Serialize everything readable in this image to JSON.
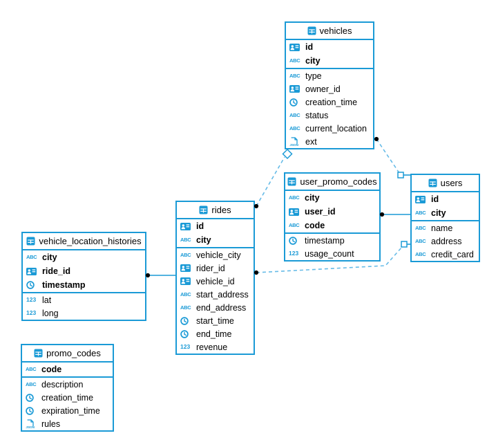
{
  "colors": {
    "primary_blue": "#1a9ad6",
    "dashed_line_blue": "#66bbe7",
    "connector_dot": "#000000",
    "text": "#000000",
    "background": "#ffffff"
  },
  "icons": {
    "abc_label": "ABC",
    "num_label": "123",
    "json_label": "JSON"
  },
  "diagram": {
    "tables": [
      {
        "name": "vehicles",
        "icon": "table",
        "fields": [
          {
            "name": "id",
            "icon": "id-card",
            "key": true
          },
          {
            "name": "city",
            "icon": "abc",
            "key": true
          },
          {
            "name": "type",
            "icon": "abc",
            "key": false
          },
          {
            "name": "owner_id",
            "icon": "id-card",
            "key": false
          },
          {
            "name": "creation_time",
            "icon": "clock",
            "key": false
          },
          {
            "name": "status",
            "icon": "abc",
            "key": false
          },
          {
            "name": "current_location",
            "icon": "abc",
            "key": false
          },
          {
            "name": "ext",
            "icon": "json",
            "key": false
          }
        ]
      },
      {
        "name": "user_promo_codes",
        "icon": "table",
        "fields": [
          {
            "name": "city",
            "icon": "abc",
            "key": true
          },
          {
            "name": "user_id",
            "icon": "id-card",
            "key": true
          },
          {
            "name": "code",
            "icon": "abc",
            "key": true
          },
          {
            "name": "timestamp",
            "icon": "clock",
            "key": false
          },
          {
            "name": "usage_count",
            "icon": "num",
            "key": false
          }
        ]
      },
      {
        "name": "users",
        "icon": "table",
        "fields": [
          {
            "name": "id",
            "icon": "id-card",
            "key": true
          },
          {
            "name": "city",
            "icon": "abc",
            "key": true
          },
          {
            "name": "name",
            "icon": "abc",
            "key": false
          },
          {
            "name": "address",
            "icon": "abc",
            "key": false
          },
          {
            "name": "credit_card",
            "icon": "abc",
            "key": false
          }
        ]
      },
      {
        "name": "rides",
        "icon": "table",
        "fields": [
          {
            "name": "id",
            "icon": "id-card",
            "key": true
          },
          {
            "name": "city",
            "icon": "abc",
            "key": true
          },
          {
            "name": "vehicle_city",
            "icon": "abc",
            "key": false
          },
          {
            "name": "rider_id",
            "icon": "id-card",
            "key": false
          },
          {
            "name": "vehicle_id",
            "icon": "id-card",
            "key": false
          },
          {
            "name": "start_address",
            "icon": "abc",
            "key": false
          },
          {
            "name": "end_address",
            "icon": "abc",
            "key": false
          },
          {
            "name": "start_time",
            "icon": "clock",
            "key": false
          },
          {
            "name": "end_time",
            "icon": "clock",
            "key": false
          },
          {
            "name": "revenue",
            "icon": "num",
            "key": false
          }
        ]
      },
      {
        "name": "vehicle_location_histories",
        "icon": "table",
        "fields": [
          {
            "name": "city",
            "icon": "abc",
            "key": true
          },
          {
            "name": "ride_id",
            "icon": "id-card",
            "key": true
          },
          {
            "name": "timestamp",
            "icon": "clock",
            "key": true
          },
          {
            "name": "lat",
            "icon": "num",
            "key": false
          },
          {
            "name": "long",
            "icon": "num",
            "key": false
          }
        ]
      },
      {
        "name": "promo_codes",
        "icon": "table",
        "fields": [
          {
            "name": "code",
            "icon": "abc",
            "key": true
          },
          {
            "name": "description",
            "icon": "abc",
            "key": false
          },
          {
            "name": "creation_time",
            "icon": "clock",
            "key": false
          },
          {
            "name": "expiration_time",
            "icon": "clock",
            "key": false
          },
          {
            "name": "rules",
            "icon": "json",
            "key": false
          }
        ]
      }
    ],
    "relationships": [
      {
        "from": "rides",
        "to": "vehicles",
        "style": "dashed",
        "from_end": "dot",
        "to_end": "diamond"
      },
      {
        "from": "vehicles",
        "to": "users",
        "style": "dashed",
        "from_end": "dot",
        "to_end": "square"
      },
      {
        "from": "user_promo_codes",
        "to": "users",
        "style": "solid",
        "from_end": "dot",
        "to_end": "plain"
      },
      {
        "from": "rides",
        "to": "users",
        "style": "dashed",
        "from_end": "dot",
        "to_end": "square"
      },
      {
        "from": "vehicle_location_histories",
        "to": "rides",
        "style": "solid",
        "from_end": "dot",
        "to_end": "plain"
      }
    ]
  }
}
